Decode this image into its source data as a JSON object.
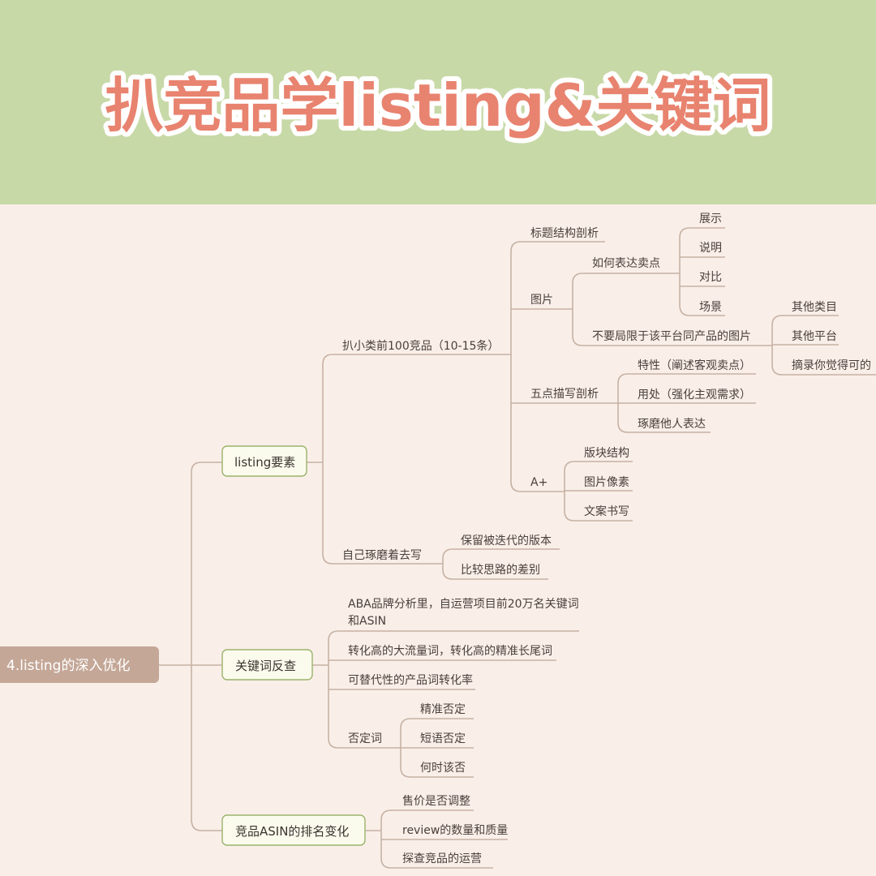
{
  "header": {
    "title": "扒竞品学listing&关键词"
  },
  "mindmap": {
    "root": "4.listing的深入优化",
    "listing": {
      "label": "listing要素",
      "top100": {
        "label": "扒小类前100竞品（10-15条）",
        "title_analysis": "标题结构剖析",
        "images": {
          "label": "图片",
          "how": "如何表达卖点",
          "how_items": [
            "展示",
            "说明",
            "对比",
            "场景"
          ],
          "not_limited": "不要局限于该平台同产品的图片",
          "not_limited_items": [
            "其他类目",
            "其他平台",
            "摘录你觉得可的"
          ]
        },
        "bullets": {
          "label": "五点描写剖析",
          "items": [
            "特性（阐述客观卖点）",
            "用处（强化主观需求）",
            "琢磨他人表达"
          ]
        },
        "aplus": {
          "label": "A+",
          "items": [
            "版块结构",
            "图片像素",
            "文案书写"
          ]
        }
      },
      "self": {
        "label": "自己琢磨着去写",
        "items": [
          "保留被迭代的版本",
          "比较思路的差别"
        ]
      }
    },
    "keywords": {
      "label": "关键词反查",
      "aba_line1": "ABA品牌分析里，自运营项目前20万名关键词",
      "aba_line2": "和ASIN",
      "conversion": "转化高的大流量词，转化高的精准长尾词",
      "substitute": "可替代性的产品词转化率",
      "negative": {
        "label": "否定词",
        "items": [
          "精准否定",
          "短语否定",
          "何时该否"
        ]
      }
    },
    "ranking": {
      "label": "竞品ASIN的排名变化",
      "items": [
        "售价是否调整",
        "review的数量和质量",
        "探查竞品的运营"
      ]
    }
  },
  "colors": {
    "banner": "#c8d9a8",
    "background": "#f9efe8",
    "title_fill": "#e8836f",
    "line": "#c7b1a4",
    "root_fill": "#c4a797",
    "box_fill": "#fbfbed",
    "box_stroke": "#9ab36c"
  }
}
